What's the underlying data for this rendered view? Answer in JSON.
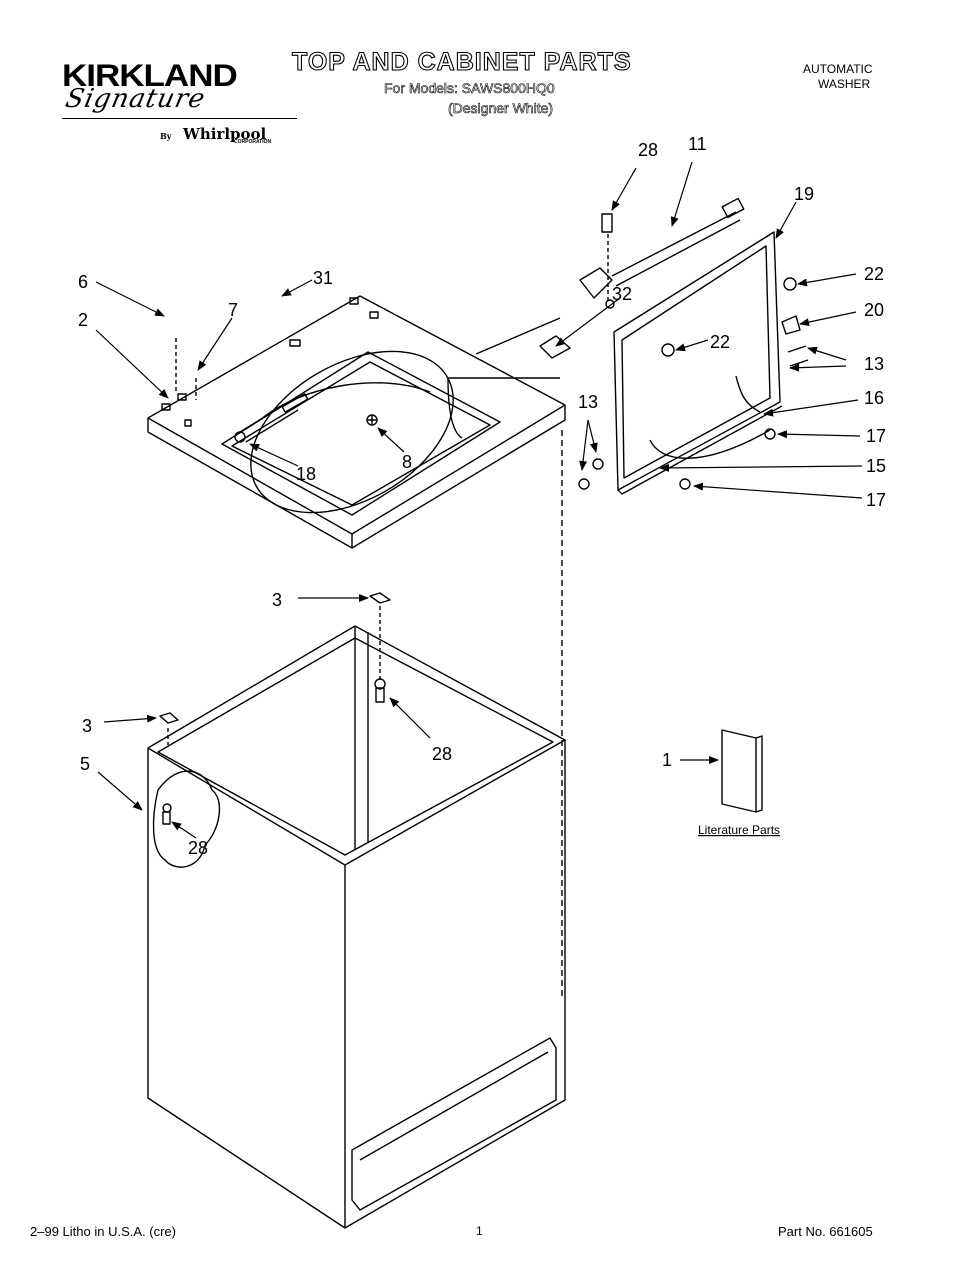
{
  "header": {
    "brand_name": "KIRKLAND",
    "brand_tagline": "Signature",
    "by_label": "By",
    "manufacturer": "Whirlpool",
    "manufacturer_sub": "CORPORATION",
    "title": "TOP AND CABINET PARTS",
    "models_line": "For Models: SAWS800HQ0",
    "variant_line": "(Designer White)",
    "product_line1": "AUTOMATIC",
    "product_line2": "WASHER"
  },
  "callouts": {
    "c1": "1",
    "c2": "2",
    "c3a": "3",
    "c3b": "3",
    "c5": "5",
    "c6": "6",
    "c7": "7",
    "c8": "8",
    "c11": "11",
    "c13a": "13",
    "c13b": "13",
    "c15": "15",
    "c16": "16",
    "c17a": "17",
    "c17b": "17",
    "c18": "18",
    "c19": "19",
    "c20": "20",
    "c22a": "22",
    "c22b": "22",
    "c28a": "28",
    "c28b": "28",
    "c28c": "28",
    "c31": "31",
    "c32": "32"
  },
  "literature_label": "Literature Parts",
  "footer": {
    "left": "2–99 Litho in U.S.A. (cre)",
    "page": "1",
    "right": "Part No. 661605"
  }
}
